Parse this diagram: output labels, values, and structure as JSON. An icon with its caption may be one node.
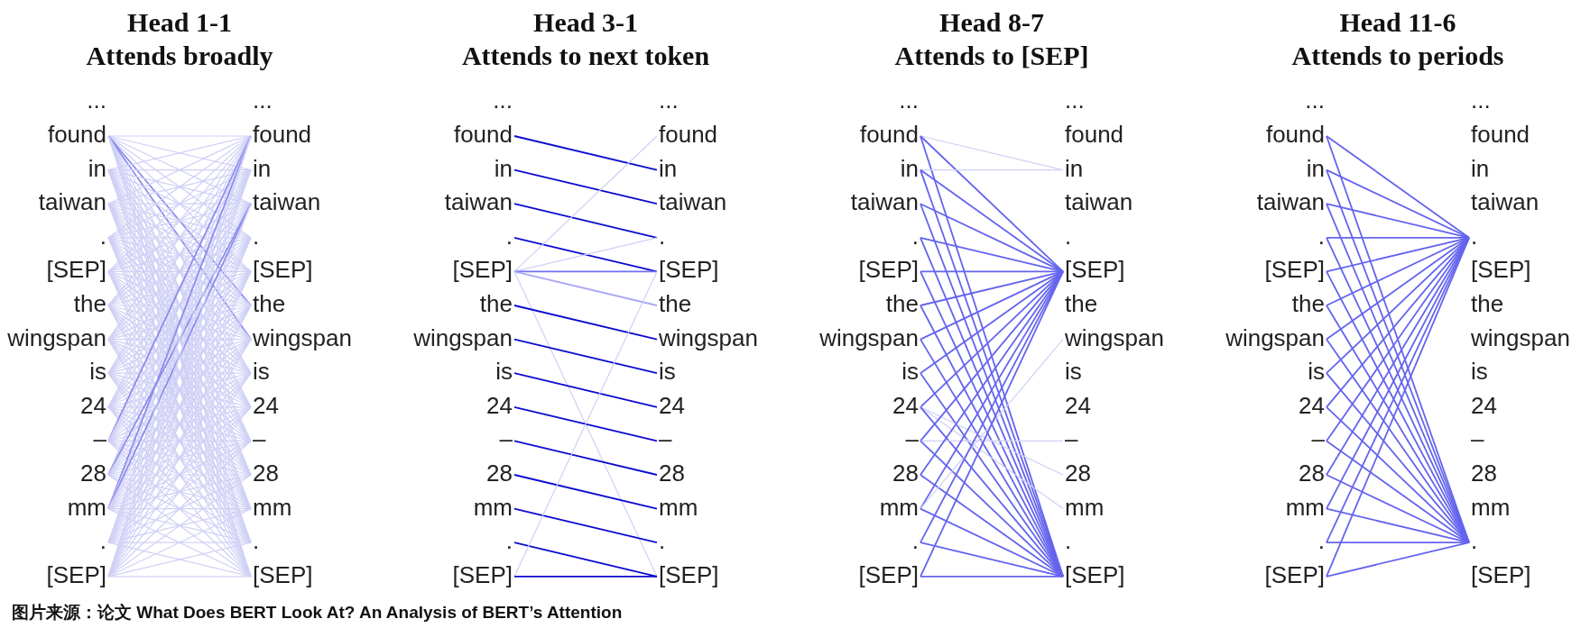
{
  "diagram": {
    "caption": "图片来源：论文 What Does BERT Look At? An Analysis of BERT’s Attention",
    "nodes": [
      {
        "text": [
          "found"
        ]
      },
      {
        "text": [
          "in"
        ]
      },
      {
        "text": [
          "taiwan"
        ]
      },
      {
        "text": [
          "."
        ]
      },
      {
        "text": [
          "[SEP]"
        ]
      },
      {
        "text": [
          "the"
        ]
      },
      {
        "text": [
          "wingspan"
        ]
      },
      {
        "text": [
          "is"
        ]
      },
      {
        "text": [
          "24"
        ]
      },
      {
        "text": [
          "–"
        ]
      },
      {
        "text": [
          "28"
        ]
      },
      {
        "text": [
          "mm"
        ]
      },
      {
        "text": [
          "."
        ]
      },
      {
        "text": [
          "[SEP]"
        ]
      },
      {
        "text": [
          "found"
        ]
      },
      {
        "text": [
          "in"
        ]
      },
      {
        "text": [
          "taiwan"
        ]
      },
      {
        "text": [
          "."
        ]
      },
      {
        "text": [
          "[SEP]"
        ]
      },
      {
        "text": [
          "the"
        ]
      },
      {
        "text": [
          "wingspan"
        ]
      },
      {
        "text": [
          "is"
        ]
      },
      {
        "text": [
          "24"
        ]
      },
      {
        "text": [
          "–"
        ]
      },
      {
        "text": [
          "28"
        ]
      },
      {
        "text": [
          "mm"
        ]
      },
      {
        "text": [
          "."
        ]
      },
      {
        "text": [
          "[SEP]"
        ]
      },
      {
        "text": [
          "found"
        ]
      },
      {
        "text": [
          "in"
        ]
      },
      {
        "text": [
          "taiwan"
        ]
      },
      {
        "text": [
          "."
        ]
      },
      {
        "text": [
          "[SEP]"
        ]
      },
      {
        "text": [
          "the"
        ]
      },
      {
        "text": [
          "wingspan"
        ]
      },
      {
        "text": [
          "is"
        ]
      },
      {
        "text": [
          "24"
        ]
      },
      {
        "text": [
          "–"
        ]
      },
      {
        "text": [
          "28"
        ]
      },
      {
        "text": [
          "mm"
        ]
      },
      {
        "text": [
          "."
        ]
      },
      {
        "text": [
          "[SEP]"
        ]
      },
      {
        "text": [
          "found"
        ]
      },
      {
        "text": [
          "in"
        ]
      },
      {
        "text": [
          "taiwan"
        ]
      },
      {
        "text": [
          "."
        ]
      },
      {
        "text": [
          "[SEP]"
        ]
      },
      {
        "text": [
          "the"
        ]
      },
      {
        "text": [
          "wingspan"
        ]
      },
      {
        "text": [
          "is"
        ]
      },
      {
        "text": [
          "24"
        ]
      },
      {
        "text": [
          "–"
        ]
      },
      {
        "text": [
          "28"
        ]
      },
      {
        "text": [
          "mm"
        ]
      },
      {
        "text": [
          "."
        ]
      },
      {
        "text": [
          "[SEP]"
        ]
      },
      {
        "text": [
          "found"
        ]
      },
      {
        "text": [
          "in"
        ]
      },
      {
        "text": [
          "taiwan"
        ]
      },
      {
        "text": [
          "."
        ]
      },
      {
        "text": [
          "[SEP]"
        ]
      },
      {
        "text": [
          "the"
        ]
      },
      {
        "text": [
          "wingspan"
        ]
      },
      {
        "text": [
          "is"
        ]
      },
      {
        "text": [
          "24"
        ]
      },
      {
        "text": [
          "–"
        ]
      },
      {
        "text": [
          "28"
        ]
      },
      {
        "text": [
          "mm"
        ]
      },
      {
        "text": [
          "."
        ]
      },
      {
        "text": [
          "[SEP]"
        ]
      },
      {
        "text": [
          "found"
        ]
      },
      {
        "text": [
          "in"
        ]
      },
      {
        "text": [
          "taiwan"
        ]
      },
      {
        "text": [
          "."
        ]
      },
      {
        "text": [
          "[SEP]"
        ]
      },
      {
        "text": [
          "the"
        ]
      },
      {
        "text": [
          "wingspan"
        ]
      },
      {
        "text": [
          "is"
        ]
      },
      {
        "text": [
          "24"
        ]
      },
      {
        "text": [
          "–"
        ]
      },
      {
        "text": [
          "28"
        ]
      },
      {
        "text": [
          "mm"
        ]
      },
      {
        "text": [
          "."
        ]
      },
      {
        "text": [
          "[SEP]"
        ]
      },
      {
        "text": [
          "found"
        ]
      },
      {
        "text": [
          "in"
        ]
      },
      {
        "text": [
          "taiwan"
        ]
      },
      {
        "text": [
          "."
        ]
      },
      {
        "text": [
          "[SEP]"
        ]
      },
      {
        "text": [
          "the"
        ]
      },
      {
        "text": [
          "wingspan"
        ]
      },
      {
        "text": [
          "is"
        ]
      },
      {
        "text": [
          "24"
        ]
      },
      {
        "text": [
          "–"
        ]
      },
      {
        "text": [
          "28"
        ]
      },
      {
        "text": [
          "mm"
        ]
      },
      {
        "text": [
          "."
        ]
      },
      {
        "text": [
          "[SEP]"
        ]
      },
      {
        "text": [
          "found"
        ]
      },
      {
        "text": [
          "in"
        ]
      },
      {
        "text": [
          "taiwan"
        ]
      },
      {
        "text": [
          "."
        ]
      },
      {
        "text": [
          "[SEP]"
        ]
      },
      {
        "text": [
          "the"
        ]
      },
      {
        "text": [
          "wingspan"
        ]
      },
      {
        "text": [
          "is"
        ]
      },
      {
        "text": [
          "24"
        ]
      },
      {
        "text": [
          "–"
        ]
      },
      {
        "text": [
          "28"
        ]
      },
      {
        "text": [
          "mm"
        ]
      },
      {
        "text": [
          "."
        ]
      },
      {
        "text": [
          "[SEP]"
        ]
      }
    ],
    "edges": [
      {
        "from": 0,
        "to": 14,
        "arrow": "none"
      },
      {
        "from": 0,
        "to": 15,
        "arrow": "none"
      },
      {
        "from": 0,
        "to": 16,
        "arrow": "none"
      },
      {
        "from": 0,
        "to": 17,
        "arrow": "none"
      },
      {
        "from": 0,
        "to": 18,
        "arrow": "none"
      },
      {
        "from": 0,
        "to": 19,
        "arrow": "none",
        "color": "#8c8cec"
      },
      {
        "from": 0,
        "to": 20,
        "arrow": "none",
        "color": "#8c8cec"
      },
      {
        "from": 0,
        "to": 21,
        "arrow": "none"
      },
      {
        "from": 0,
        "to": 22,
        "arrow": "none"
      },
      {
        "from": 0,
        "to": 23,
        "arrow": "none"
      },
      {
        "from": 0,
        "to": 24,
        "arrow": "none"
      },
      {
        "from": 0,
        "to": 25,
        "arrow": "none"
      },
      {
        "from": 0,
        "to": 26,
        "arrow": "none"
      },
      {
        "from": 0,
        "to": 27,
        "arrow": "none"
      },
      {
        "from": 1,
        "to": 14,
        "arrow": "none"
      },
      {
        "from": 1,
        "to": 15,
        "arrow": "none"
      },
      {
        "from": 1,
        "to": 16,
        "arrow": "none"
      },
      {
        "from": 1,
        "to": 17,
        "arrow": "none"
      },
      {
        "from": 1,
        "to": 18,
        "arrow": "none"
      },
      {
        "from": 1,
        "to": 19,
        "arrow": "none"
      },
      {
        "from": 1,
        "to": 20,
        "arrow": "none"
      },
      {
        "from": 1,
        "to": 21,
        "arrow": "none"
      },
      {
        "from": 1,
        "to": 22,
        "arrow": "none"
      },
      {
        "from": 1,
        "to": 23,
        "arrow": "none"
      },
      {
        "from": 1,
        "to": 24,
        "arrow": "none"
      },
      {
        "from": 1,
        "to": 25,
        "arrow": "none"
      },
      {
        "from": 1,
        "to": 26,
        "arrow": "none"
      },
      {
        "from": 1,
        "to": 27,
        "arrow": "none"
      },
      {
        "from": 2,
        "to": 14,
        "arrow": "none"
      },
      {
        "from": 2,
        "to": 15,
        "arrow": "none"
      },
      {
        "from": 2,
        "to": 16,
        "arrow": "none"
      },
      {
        "from": 2,
        "to": 17,
        "arrow": "none"
      },
      {
        "from": 2,
        "to": 18,
        "arrow": "none"
      },
      {
        "from": 2,
        "to": 19,
        "arrow": "none"
      },
      {
        "from": 2,
        "to": 20,
        "arrow": "none"
      },
      {
        "from": 2,
        "to": 21,
        "arrow": "none"
      },
      {
        "from": 2,
        "to": 22,
        "arrow": "none"
      },
      {
        "from": 2,
        "to": 23,
        "arrow": "none"
      },
      {
        "from": 2,
        "to": 24,
        "arrow": "none"
      },
      {
        "from": 2,
        "to": 25,
        "arrow": "none"
      },
      {
        "from": 2,
        "to": 26,
        "arrow": "none"
      },
      {
        "from": 2,
        "to": 27,
        "arrow": "none"
      },
      {
        "from": 3,
        "to": 14,
        "arrow": "none"
      },
      {
        "from": 3,
        "to": 15,
        "arrow": "none"
      },
      {
        "from": 3,
        "to": 16,
        "arrow": "none"
      },
      {
        "from": 3,
        "to": 17,
        "arrow": "none"
      },
      {
        "from": 3,
        "to": 18,
        "arrow": "none"
      },
      {
        "from": 3,
        "to": 19,
        "arrow": "none"
      },
      {
        "from": 3,
        "to": 20,
        "arrow": "none"
      },
      {
        "from": 3,
        "to": 21,
        "arrow": "none"
      },
      {
        "from": 3,
        "to": 22,
        "arrow": "none"
      },
      {
        "from": 3,
        "to": 23,
        "arrow": "none"
      },
      {
        "from": 3,
        "to": 24,
        "arrow": "none"
      },
      {
        "from": 3,
        "to": 25,
        "arrow": "none"
      },
      {
        "from": 3,
        "to": 26,
        "arrow": "none"
      },
      {
        "from": 3,
        "to": 27,
        "arrow": "none"
      },
      {
        "from": 4,
        "to": 14,
        "arrow": "none"
      },
      {
        "from": 4,
        "to": 15,
        "arrow": "none"
      },
      {
        "from": 4,
        "to": 16,
        "arrow": "none"
      },
      {
        "from": 4,
        "to": 17,
        "arrow": "none"
      },
      {
        "from": 4,
        "to": 18,
        "arrow": "none"
      },
      {
        "from": 4,
        "to": 19,
        "arrow": "none"
      },
      {
        "from": 4,
        "to": 20,
        "arrow": "none"
      },
      {
        "from": 4,
        "to": 21,
        "arrow": "none"
      },
      {
        "from": 4,
        "to": 22,
        "arrow": "none"
      },
      {
        "from": 4,
        "to": 23,
        "arrow": "none"
      },
      {
        "from": 4,
        "to": 24,
        "arrow": "none"
      },
      {
        "from": 4,
        "to": 25,
        "arrow": "none"
      },
      {
        "from": 4,
        "to": 26,
        "arrow": "none"
      },
      {
        "from": 4,
        "to": 27,
        "arrow": "none"
      },
      {
        "from": 5,
        "to": 14,
        "arrow": "none"
      },
      {
        "from": 5,
        "to": 15,
        "arrow": "none"
      },
      {
        "from": 5,
        "to": 16,
        "arrow": "none"
      },
      {
        "from": 5,
        "to": 17,
        "arrow": "none"
      },
      {
        "from": 5,
        "to": 18,
        "arrow": "none"
      },
      {
        "from": 5,
        "to": 19,
        "arrow": "none"
      },
      {
        "from": 5,
        "to": 20,
        "arrow": "none"
      },
      {
        "from": 5,
        "to": 21,
        "arrow": "none"
      },
      {
        "from": 5,
        "to": 22,
        "arrow": "none"
      },
      {
        "from": 5,
        "to": 23,
        "arrow": "none"
      },
      {
        "from": 5,
        "to": 24,
        "arrow": "none"
      },
      {
        "from": 5,
        "to": 25,
        "arrow": "none"
      },
      {
        "from": 5,
        "to": 26,
        "arrow": "none"
      },
      {
        "from": 5,
        "to": 27,
        "arrow": "none"
      },
      {
        "from": 6,
        "to": 14,
        "arrow": "none"
      },
      {
        "from": 6,
        "to": 15,
        "arrow": "none"
      },
      {
        "from": 6,
        "to": 16,
        "arrow": "none"
      },
      {
        "from": 6,
        "to": 17,
        "arrow": "none"
      },
      {
        "from": 6,
        "to": 18,
        "arrow": "none"
      },
      {
        "from": 6,
        "to": 19,
        "arrow": "none"
      },
      {
        "from": 6,
        "to": 20,
        "arrow": "none"
      },
      {
        "from": 6,
        "to": 21,
        "arrow": "none"
      },
      {
        "from": 6,
        "to": 22,
        "arrow": "none"
      },
      {
        "from": 6,
        "to": 23,
        "arrow": "none"
      },
      {
        "from": 6,
        "to": 24,
        "arrow": "none"
      },
      {
        "from": 6,
        "to": 25,
        "arrow": "none"
      },
      {
        "from": 6,
        "to": 26,
        "arrow": "none"
      },
      {
        "from": 6,
        "to": 27,
        "arrow": "none"
      },
      {
        "from": 7,
        "to": 14,
        "arrow": "none"
      },
      {
        "from": 7,
        "to": 15,
        "arrow": "none"
      },
      {
        "from": 7,
        "to": 16,
        "arrow": "none"
      },
      {
        "from": 7,
        "to": 17,
        "arrow": "none"
      },
      {
        "from": 7,
        "to": 18,
        "arrow": "none"
      },
      {
        "from": 7,
        "to": 19,
        "arrow": "none"
      },
      {
        "from": 7,
        "to": 20,
        "arrow": "none"
      },
      {
        "from": 7,
        "to": 21,
        "arrow": "none"
      },
      {
        "from": 7,
        "to": 22,
        "arrow": "none"
      },
      {
        "from": 7,
        "to": 23,
        "arrow": "none"
      },
      {
        "from": 7,
        "to": 24,
        "arrow": "none"
      },
      {
        "from": 7,
        "to": 25,
        "arrow": "none"
      },
      {
        "from": 7,
        "to": 26,
        "arrow": "none"
      },
      {
        "from": 7,
        "to": 27,
        "arrow": "none"
      },
      {
        "from": 8,
        "to": 14,
        "arrow": "none"
      },
      {
        "from": 8,
        "to": 15,
        "arrow": "none"
      },
      {
        "from": 8,
        "to": 16,
        "arrow": "none"
      },
      {
        "from": 8,
        "to": 17,
        "arrow": "none"
      },
      {
        "from": 8,
        "to": 18,
        "arrow": "none"
      },
      {
        "from": 8,
        "to": 19,
        "arrow": "none"
      },
      {
        "from": 8,
        "to": 20,
        "arrow": "none"
      },
      {
        "from": 8,
        "to": 21,
        "arrow": "none"
      },
      {
        "from": 8,
        "to": 22,
        "arrow": "none"
      },
      {
        "from": 8,
        "to": 23,
        "arrow": "none"
      },
      {
        "from": 8,
        "to": 24,
        "arrow": "none"
      },
      {
        "from": 8,
        "to": 25,
        "arrow": "none"
      },
      {
        "from": 8,
        "to": 26,
        "arrow": "none"
      },
      {
        "from": 8,
        "to": 27,
        "arrow": "none"
      },
      {
        "from": 9,
        "to": 14,
        "arrow": "none",
        "color": "#8c8cec"
      },
      {
        "from": 9,
        "to": 15,
        "arrow": "none"
      },
      {
        "from": 9,
        "to": 16,
        "arrow": "none"
      },
      {
        "from": 9,
        "to": 17,
        "arrow": "none"
      },
      {
        "from": 9,
        "to": 18,
        "arrow": "none"
      },
      {
        "from": 9,
        "to": 19,
        "arrow": "none"
      },
      {
        "from": 9,
        "to": 20,
        "arrow": "none"
      },
      {
        "from": 9,
        "to": 21,
        "arrow": "none"
      },
      {
        "from": 9,
        "to": 22,
        "arrow": "none"
      },
      {
        "from": 9,
        "to": 23,
        "arrow": "none"
      },
      {
        "from": 9,
        "to": 24,
        "arrow": "none"
      },
      {
        "from": 9,
        "to": 25,
        "arrow": "none"
      },
      {
        "from": 9,
        "to": 26,
        "arrow": "none"
      },
      {
        "from": 9,
        "to": 27,
        "arrow": "none"
      },
      {
        "from": 10,
        "to": 14,
        "arrow": "none"
      },
      {
        "from": 10,
        "to": 15,
        "arrow": "none"
      },
      {
        "from": 10,
        "to": 16,
        "arrow": "none",
        "color": "#8c8cec"
      },
      {
        "from": 10,
        "to": 17,
        "arrow": "none"
      },
      {
        "from": 10,
        "to": 18,
        "arrow": "none"
      },
      {
        "from": 10,
        "to": 19,
        "arrow": "none"
      },
      {
        "from": 10,
        "to": 20,
        "arrow": "none"
      },
      {
        "from": 10,
        "to": 21,
        "arrow": "none"
      },
      {
        "from": 10,
        "to": 22,
        "arrow": "none"
      },
      {
        "from": 10,
        "to": 23,
        "arrow": "none"
      },
      {
        "from": 10,
        "to": 24,
        "arrow": "none"
      },
      {
        "from": 10,
        "to": 25,
        "arrow": "none"
      },
      {
        "from": 10,
        "to": 26,
        "arrow": "none"
      },
      {
        "from": 10,
        "to": 27,
        "arrow": "none"
      },
      {
        "from": 11,
        "to": 14,
        "arrow": "none",
        "color": "#8c8cec"
      },
      {
        "from": 11,
        "to": 15,
        "arrow": "none"
      },
      {
        "from": 11,
        "to": 16,
        "arrow": "none",
        "color": "#8c8cec"
      },
      {
        "from": 11,
        "to": 17,
        "arrow": "none"
      },
      {
        "from": 11,
        "to": 18,
        "arrow": "none"
      },
      {
        "from": 11,
        "to": 19,
        "arrow": "none"
      },
      {
        "from": 11,
        "to": 20,
        "arrow": "none"
      },
      {
        "from": 11,
        "to": 21,
        "arrow": "none"
      },
      {
        "from": 11,
        "to": 22,
        "arrow": "none"
      },
      {
        "from": 11,
        "to": 23,
        "arrow": "none"
      },
      {
        "from": 11,
        "to": 24,
        "arrow": "none"
      },
      {
        "from": 11,
        "to": 25,
        "arrow": "none"
      },
      {
        "from": 11,
        "to": 26,
        "arrow": "none"
      },
      {
        "from": 11,
        "to": 27,
        "arrow": "none"
      },
      {
        "from": 12,
        "to": 14,
        "arrow": "none"
      },
      {
        "from": 12,
        "to": 15,
        "arrow": "none"
      },
      {
        "from": 12,
        "to": 16,
        "arrow": "none"
      },
      {
        "from": 12,
        "to": 17,
        "arrow": "none"
      },
      {
        "from": 12,
        "to": 18,
        "arrow": "none"
      },
      {
        "from": 12,
        "to": 19,
        "arrow": "none"
      },
      {
        "from": 12,
        "to": 20,
        "arrow": "none"
      },
      {
        "from": 12,
        "to": 21,
        "arrow": "none"
      },
      {
        "from": 12,
        "to": 22,
        "arrow": "none"
      },
      {
        "from": 12,
        "to": 23,
        "arrow": "none"
      },
      {
        "from": 12,
        "to": 24,
        "arrow": "none"
      },
      {
        "from": 12,
        "to": 25,
        "arrow": "none"
      },
      {
        "from": 12,
        "to": 26,
        "arrow": "none"
      },
      {
        "from": 12,
        "to": 27,
        "arrow": "none"
      },
      {
        "from": 13,
        "to": 14,
        "arrow": "none"
      },
      {
        "from": 13,
        "to": 15,
        "arrow": "none"
      },
      {
        "from": 13,
        "to": 16,
        "arrow": "none"
      },
      {
        "from": 13,
        "to": 17,
        "arrow": "none"
      },
      {
        "from": 13,
        "to": 18,
        "arrow": "none"
      },
      {
        "from": 13,
        "to": 19,
        "arrow": "none"
      },
      {
        "from": 13,
        "to": 20,
        "arrow": "none"
      },
      {
        "from": 13,
        "to": 21,
        "arrow": "none"
      },
      {
        "from": 13,
        "to": 22,
        "arrow": "none"
      },
      {
        "from": 13,
        "to": 23,
        "arrow": "none"
      },
      {
        "from": 13,
        "to": 24,
        "arrow": "none"
      },
      {
        "from": 13,
        "to": 25,
        "arrow": "none"
      },
      {
        "from": 13,
        "to": 26,
        "arrow": "none"
      },
      {
        "from": 13,
        "to": 27,
        "arrow": "none"
      },
      {
        "from": 28,
        "to": 43,
        "arrow": "none",
        "color": "#0c0cd0"
      },
      {
        "from": 29,
        "to": 44,
        "arrow": "none",
        "color": "#0c0cd0"
      },
      {
        "from": 30,
        "to": 45,
        "arrow": "none",
        "color": "#0c0cd0"
      },
      {
        "from": 31,
        "to": 46,
        "arrow": "none",
        "color": "#0c0cd0"
      },
      {
        "from": 32,
        "to": 42,
        "arrow": "none"
      },
      {
        "from": 32,
        "to": 45,
        "arrow": "none"
      },
      {
        "from": 32,
        "to": 46,
        "arrow": "none",
        "color": "#7070f0"
      },
      {
        "from": 32,
        "to": 47,
        "arrow": "none",
        "color": "#a8a8f6"
      },
      {
        "from": 32,
        "to": 55,
        "arrow": "none"
      },
      {
        "from": 33,
        "to": 48,
        "arrow": "none",
        "color": "#0c0cd0"
      },
      {
        "from": 34,
        "to": 49,
        "arrow": "none",
        "color": "#0c0cd0"
      },
      {
        "from": 35,
        "to": 50,
        "arrow": "none",
        "color": "#0c0cd0"
      },
      {
        "from": 36,
        "to": 51,
        "arrow": "none",
        "color": "#0c0cd0"
      },
      {
        "from": 37,
        "to": 52,
        "arrow": "none",
        "color": "#0c0cd0"
      },
      {
        "from": 38,
        "to": 53,
        "arrow": "none",
        "color": "#0c0cd0"
      },
      {
        "from": 39,
        "to": 54,
        "arrow": "none",
        "color": "#0c0cd0"
      },
      {
        "from": 40,
        "to": 55,
        "arrow": "none",
        "color": "#0c0cd0"
      },
      {
        "from": 41,
        "to": 46,
        "arrow": "none"
      },
      {
        "from": 41,
        "to": 55,
        "arrow": "none",
        "color": "#0c0cd0"
      },
      {
        "from": 56,
        "to": 71,
        "arrow": "none"
      },
      {
        "from": 56,
        "to": 74,
        "arrow": "none",
        "color": "#6464ee"
      },
      {
        "from": 56,
        "to": 83,
        "arrow": "none",
        "color": "#6464ee"
      },
      {
        "from": 57,
        "to": 71,
        "arrow": "none"
      },
      {
        "from": 57,
        "to": 74,
        "arrow": "none",
        "color": "#6464ee"
      },
      {
        "from": 57,
        "to": 83,
        "arrow": "none",
        "color": "#6464ee"
      },
      {
        "from": 58,
        "to": 74,
        "arrow": "none",
        "color": "#6464ee"
      },
      {
        "from": 58,
        "to": 83,
        "arrow": "none",
        "color": "#6464ee"
      },
      {
        "from": 59,
        "to": 74,
        "arrow": "none",
        "color": "#6464ee"
      },
      {
        "from": 59,
        "to": 83,
        "arrow": "none",
        "color": "#6464ee"
      },
      {
        "from": 60,
        "to": 74,
        "arrow": "none",
        "color": "#6464ee"
      },
      {
        "from": 60,
        "to": 83,
        "arrow": "none",
        "color": "#6464ee"
      },
      {
        "from": 61,
        "to": 74,
        "arrow": "none",
        "color": "#6464ee"
      },
      {
        "from": 61,
        "to": 83,
        "arrow": "none",
        "color": "#6464ee"
      },
      {
        "from": 62,
        "to": 74,
        "arrow": "none",
        "color": "#6464ee"
      },
      {
        "from": 62,
        "to": 83,
        "arrow": "none",
        "color": "#6464ee"
      },
      {
        "from": 63,
        "to": 74,
        "arrow": "none",
        "color": "#6464ee"
      },
      {
        "from": 63,
        "to": 83,
        "arrow": "none",
        "color": "#6464ee"
      },
      {
        "from": 64,
        "to": 74,
        "arrow": "none",
        "color": "#6464ee"
      },
      {
        "from": 64,
        "to": 80,
        "arrow": "none"
      },
      {
        "from": 64,
        "to": 81,
        "arrow": "none"
      },
      {
        "from": 64,
        "to": 83,
        "arrow": "none",
        "color": "#6464ee"
      },
      {
        "from": 65,
        "to": 74,
        "arrow": "none",
        "color": "#6464ee"
      },
      {
        "from": 65,
        "to": 79,
        "arrow": "none"
      },
      {
        "from": 65,
        "to": 83,
        "arrow": "none",
        "color": "#6464ee"
      },
      {
        "from": 66,
        "to": 74,
        "arrow": "none",
        "color": "#6464ee"
      },
      {
        "from": 66,
        "to": 83,
        "arrow": "none",
        "color": "#6464ee"
      },
      {
        "from": 67,
        "to": 74,
        "arrow": "none",
        "color": "#6464ee"
      },
      {
        "from": 67,
        "to": 76,
        "arrow": "none"
      },
      {
        "from": 67,
        "to": 83,
        "arrow": "none",
        "color": "#6464ee"
      },
      {
        "from": 68,
        "to": 74,
        "arrow": "none",
        "color": "#6464ee"
      },
      {
        "from": 68,
        "to": 83,
        "arrow": "none",
        "color": "#6464ee"
      },
      {
        "from": 69,
        "to": 74,
        "arrow": "none",
        "color": "#6464ee"
      },
      {
        "from": 69,
        "to": 83,
        "arrow": "none",
        "color": "#6464ee"
      },
      {
        "from": 84,
        "to": 101,
        "arrow": "none",
        "color": "#6464ee"
      },
      {
        "from": 84,
        "to": 110,
        "arrow": "none",
        "color": "#6464ee"
      },
      {
        "from": 85,
        "to": 101,
        "arrow": "none",
        "color": "#6464ee"
      },
      {
        "from": 85,
        "to": 110,
        "arrow": "none",
        "color": "#6464ee"
      },
      {
        "from": 86,
        "to": 101,
        "arrow": "none",
        "color": "#6464ee"
      },
      {
        "from": 86,
        "to": 110,
        "arrow": "none",
        "color": "#6464ee"
      },
      {
        "from": 87,
        "to": 101,
        "arrow": "none",
        "color": "#6464ee"
      },
      {
        "from": 87,
        "to": 110,
        "arrow": "none",
        "color": "#6464ee"
      },
      {
        "from": 88,
        "to": 101,
        "arrow": "none",
        "color": "#6464ee"
      },
      {
        "from": 88,
        "to": 110,
        "arrow": "none",
        "color": "#6464ee"
      },
      {
        "from": 89,
        "to": 101,
        "arrow": "none",
        "color": "#6464ee"
      },
      {
        "from": 89,
        "to": 110,
        "arrow": "none",
        "color": "#6464ee"
      },
      {
        "from": 90,
        "to": 101,
        "arrow": "none",
        "color": "#6464ee"
      },
      {
        "from": 90,
        "to": 110,
        "arrow": "none",
        "color": "#6464ee"
      },
      {
        "from": 91,
        "to": 101,
        "arrow": "none",
        "color": "#6464ee"
      },
      {
        "from": 91,
        "to": 110,
        "arrow": "none",
        "color": "#6464ee"
      },
      {
        "from": 92,
        "to": 101,
        "arrow": "none",
        "color": "#6464ee"
      },
      {
        "from": 92,
        "to": 110,
        "arrow": "none",
        "color": "#6464ee"
      },
      {
        "from": 93,
        "to": 101,
        "arrow": "none",
        "color": "#6464ee"
      },
      {
        "from": 93,
        "to": 110,
        "arrow": "none",
        "color": "#6464ee"
      },
      {
        "from": 94,
        "to": 101,
        "arrow": "none",
        "color": "#6464ee"
      },
      {
        "from": 94,
        "to": 110,
        "arrow": "none",
        "color": "#6464ee"
      },
      {
        "from": 95,
        "to": 101,
        "arrow": "none",
        "color": "#6464ee"
      },
      {
        "from": 95,
        "to": 110,
        "arrow": "none",
        "color": "#6464ee"
      },
      {
        "from": 96,
        "to": 101,
        "arrow": "none",
        "color": "#6464ee"
      },
      {
        "from": 96,
        "to": 110,
        "arrow": "none",
        "color": "#6464ee"
      },
      {
        "from": 97,
        "to": 101,
        "arrow": "none",
        "color": "#6464ee"
      },
      {
        "from": 97,
        "to": 110,
        "arrow": "none",
        "color": "#6464ee"
      }
    ],
    "labels": [
      "Head 1-1",
      "Attends broadly",
      "Head 3-1",
      "Attends to next token",
      "Head 8-7",
      "Attends to [SEP]",
      "Head 11-6",
      "Attends to periods",
      "...",
      "...",
      "...",
      "...",
      "...",
      "...",
      "...",
      "..."
    ]
  }
}
